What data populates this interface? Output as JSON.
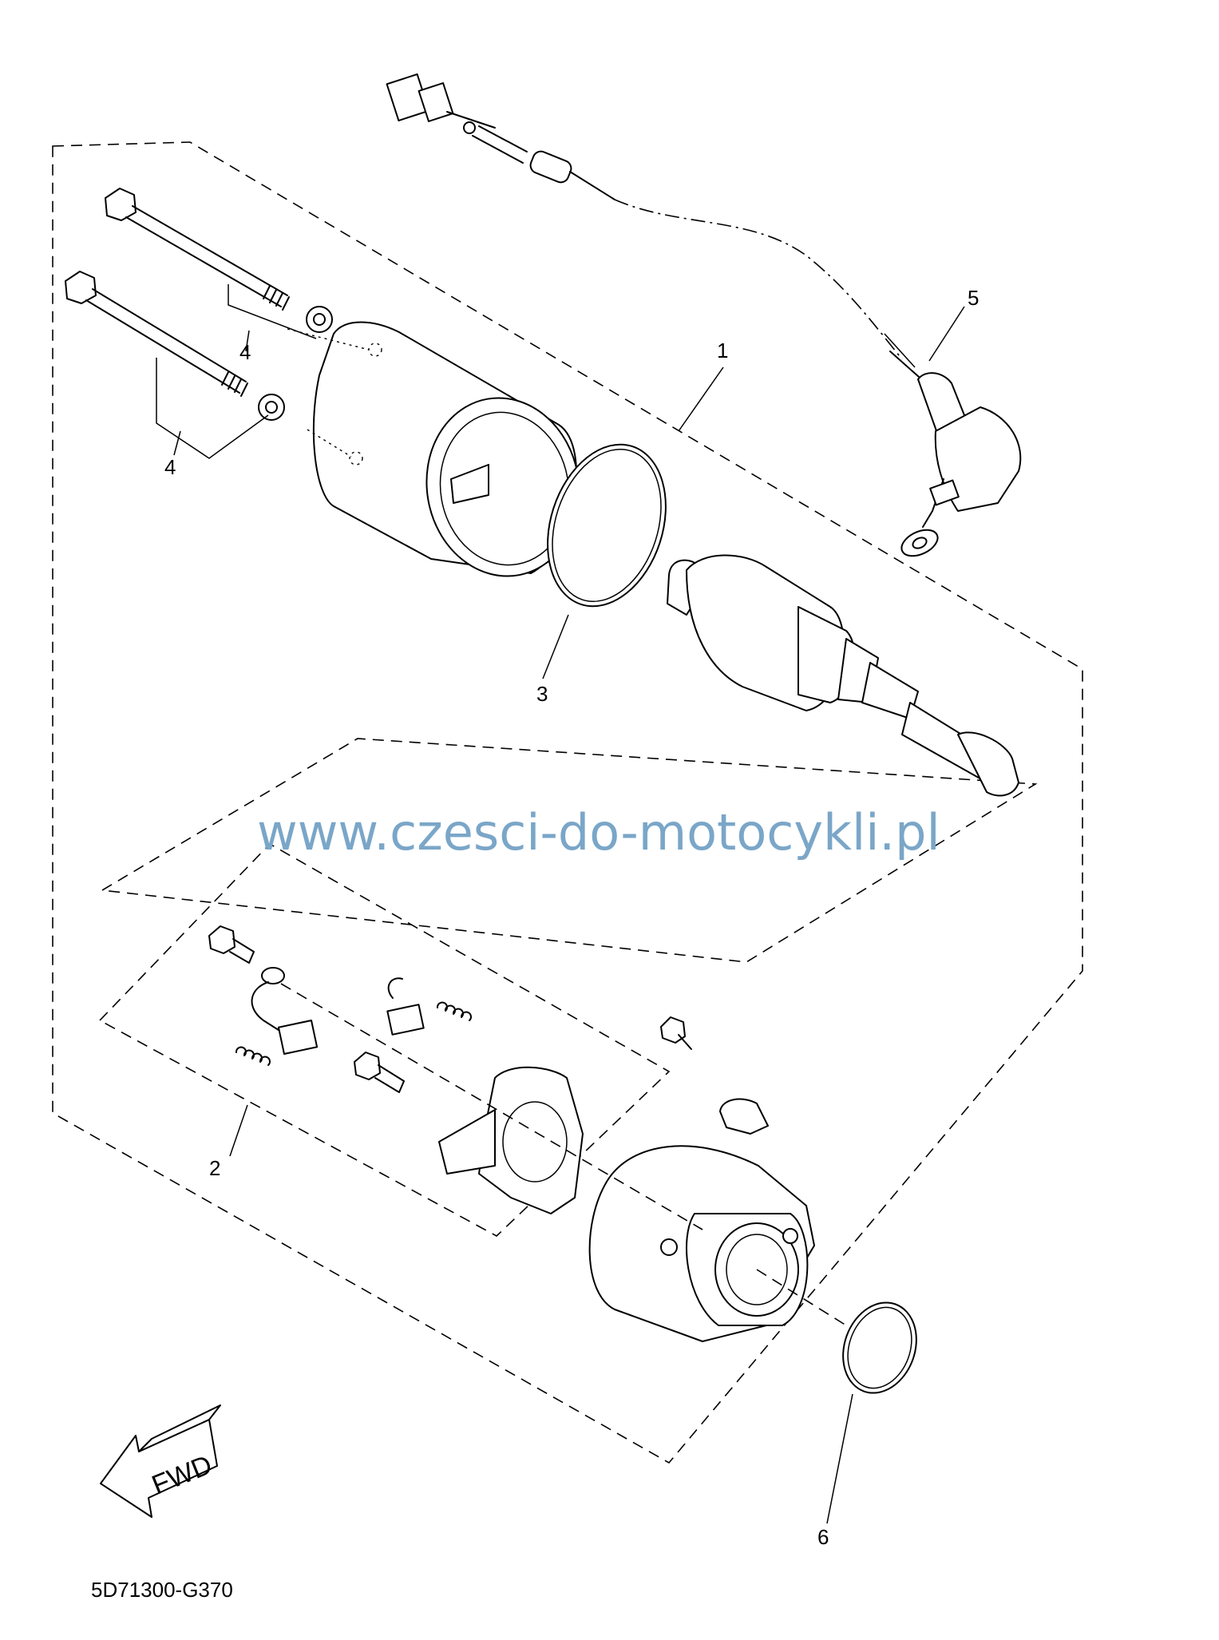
{
  "callouts": {
    "c1": "1",
    "c2": "2",
    "c3": "3",
    "c4a": "4",
    "c4b": "4",
    "c5": "5",
    "c6": "6"
  },
  "watermark": "www.czesci-do-motocykli.pl",
  "direction_label": "FWD",
  "figure_code": "5D71300-G370",
  "colors": {
    "watermark": "#7aa6c8",
    "line": "#000000",
    "background": "#ffffff"
  }
}
